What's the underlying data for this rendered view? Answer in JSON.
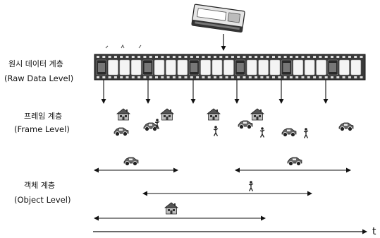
{
  "levels": {
    "raw": {
      "kr": "원시 데이터 계층",
      "en": "(Raw Data Level)"
    },
    "frame": {
      "kr": "프레임 계층",
      "en": "(Frame Level)"
    },
    "object": {
      "kr": "객체 계층",
      "en": "(Object Level)"
    }
  },
  "time_axis_label": "t",
  "film_strip": {
    "frames": [
      "dark",
      "light",
      "light",
      "light",
      "dark",
      "light",
      "light",
      "light",
      "dark",
      "light",
      "light",
      "light",
      "dark",
      "light",
      "light",
      "light",
      "dark",
      "light",
      "light",
      "light",
      "dark",
      "light",
      "light"
    ]
  },
  "frame_level_objects": [
    [
      "house",
      "car"
    ],
    [
      "house",
      "car",
      "person"
    ],
    [
      "house",
      "person"
    ],
    [
      "house",
      "car",
      "person"
    ],
    [
      "car",
      "person"
    ],
    [
      "car"
    ]
  ],
  "object_tracks": [
    {
      "object": "car",
      "spans": 2
    },
    {
      "object": "person",
      "spans": 1
    },
    {
      "object": "house",
      "spans": 1
    }
  ]
}
